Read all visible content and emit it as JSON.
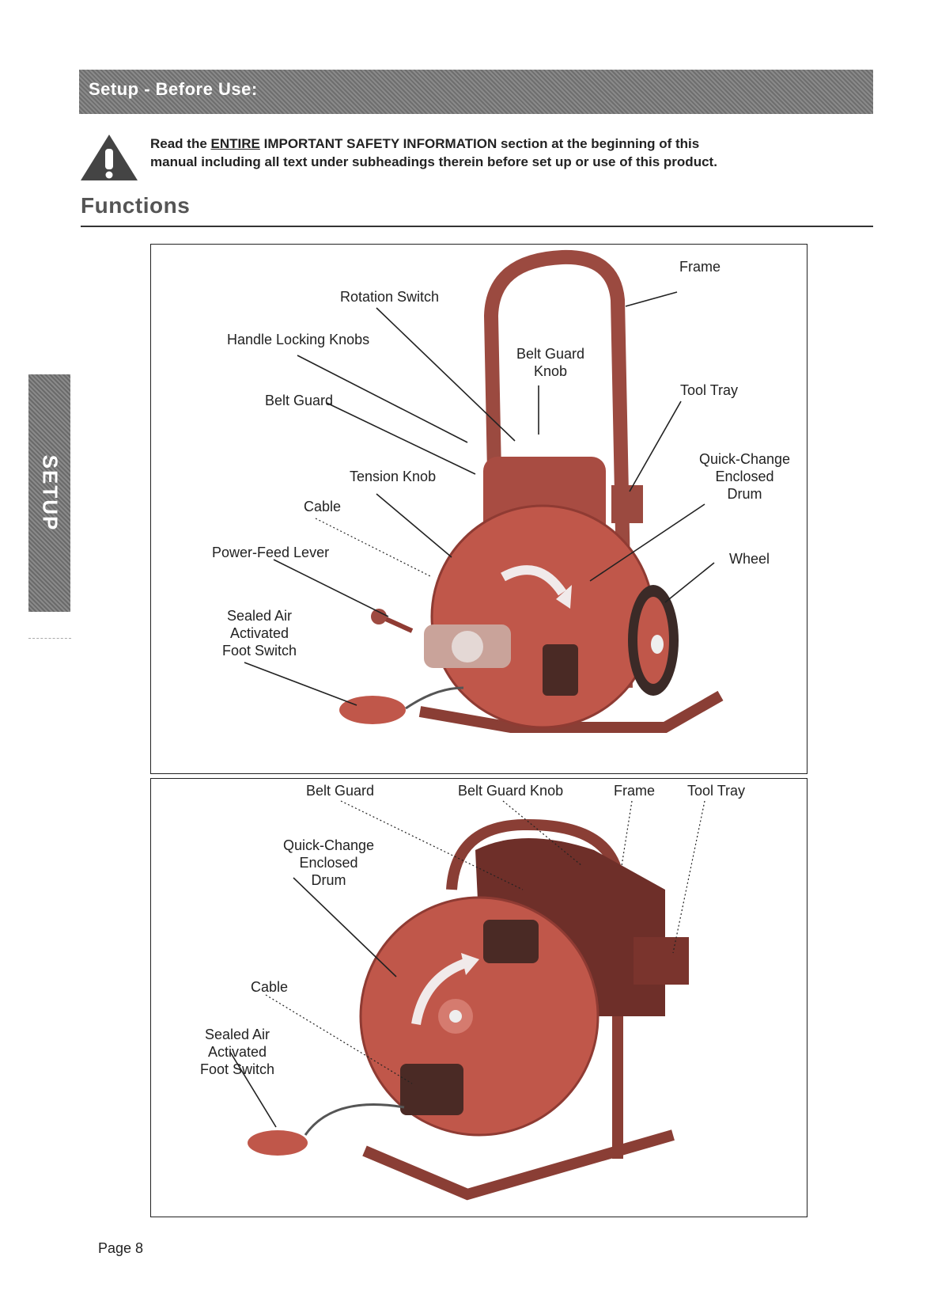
{
  "header": {
    "title": "Setup - Before Use:"
  },
  "warning": {
    "prefix": "Read the ",
    "emphasis": "ENTIRE",
    "rest_line1": " IMPORTANT SAFETY INFORMATION section at the beginning of this",
    "line2": "manual including all text under subheadings therein before set up or use of this product."
  },
  "section": {
    "title": "Functions"
  },
  "side_tab": {
    "label": "SETUP"
  },
  "panel_top": {
    "labels": {
      "rotation_switch": "Rotation Switch",
      "frame": "Frame",
      "handle_locking_knobs": "Handle Locking Knobs",
      "belt_guard_knob_l1": "Belt Guard",
      "belt_guard_knob_l2": "Knob",
      "tool_tray": "Tool Tray",
      "belt_guard": "Belt Guard",
      "quick_change_l1": "Quick-Change",
      "quick_change_l2": "Enclosed",
      "quick_change_l3": "Drum",
      "tension_knob": "Tension Knob",
      "cable": "Cable",
      "power_feed_lever": "Power-Feed Lever",
      "wheel": "Wheel",
      "foot_switch_l1": "Sealed Air",
      "foot_switch_l2": "Activated",
      "foot_switch_l3": "Foot Switch"
    }
  },
  "panel_bottom": {
    "labels": {
      "belt_guard": "Belt Guard",
      "belt_guard_knob": "Belt Guard Knob",
      "frame": "Frame",
      "tool_tray": "Tool Tray",
      "quick_change_l1": "Quick-Change",
      "quick_change_l2": "Enclosed",
      "quick_change_l3": "Drum",
      "cable": "Cable",
      "foot_switch_l1": "Sealed Air",
      "foot_switch_l2": "Activated",
      "foot_switch_l3": "Foot Switch"
    }
  },
  "footer": {
    "page": "Page 8"
  }
}
